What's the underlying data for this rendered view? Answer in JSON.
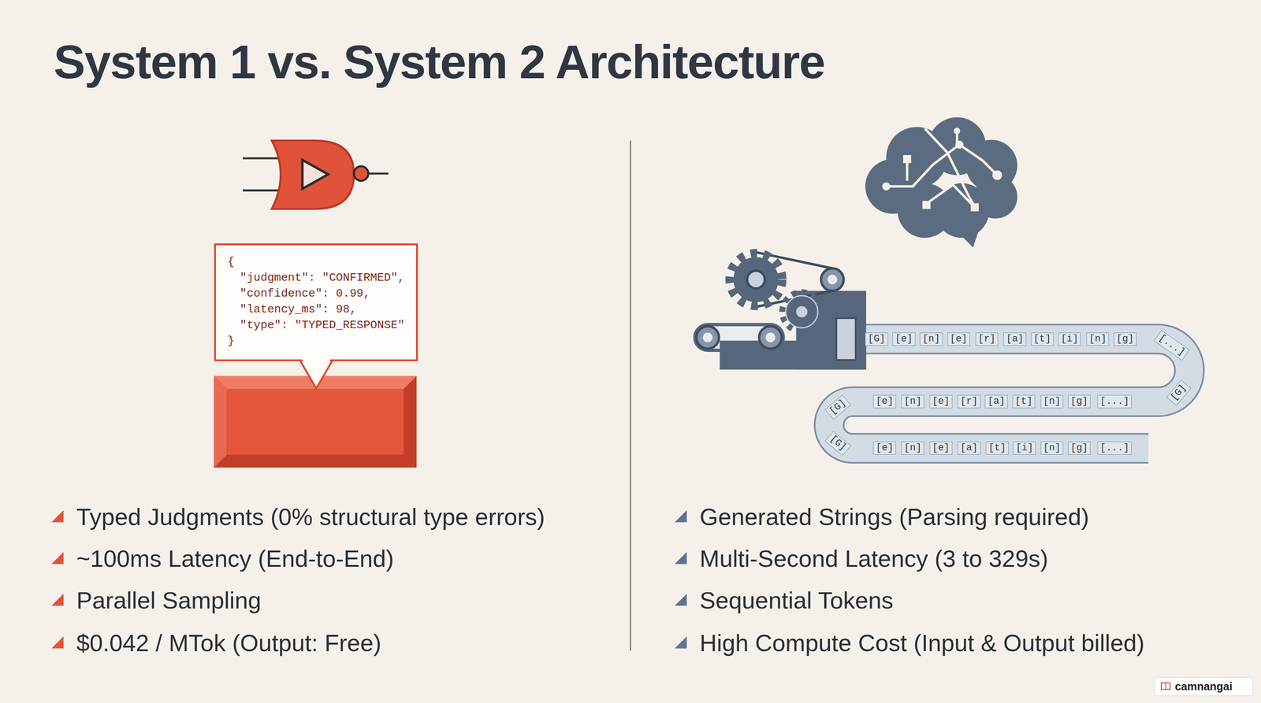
{
  "diagram": {
    "title": "System 1 vs. System 2 Architecture",
    "nodes": [
      {
        "text": [
          "{",
          "\"judgment\": \"CONFIRMED\",",
          "\"confidence\": 0.99,",
          "\"latency_ms\": 98,",
          "\"type\": \"TYPED_RESPONSE\"",
          "}"
        ]
      }
    ],
    "labels": [
      "[G]",
      "[e]",
      "[n]",
      "[e]",
      "[r]",
      "[a]",
      "[t]",
      "[i]",
      "[n]",
      "[g]",
      "[...]",
      "[G]",
      "[G]",
      "[e]",
      "[n]",
      "[e]",
      "[r]",
      "[a]",
      "[t]",
      "[n]",
      "[g]",
      "[...]",
      "[G]",
      "[e]",
      "[n]",
      "[e]",
      "[a]",
      "[t]",
      "[i]",
      "[n]",
      "[g]",
      "[...]",
      "Typed Judgments (0% structural type errors)",
      "~100ms Latency (End-to-End)",
      "Parallel Sampling",
      "$0.042 / MTok (Output: Free)",
      "Generated Strings (Parsing required)",
      "Multi-Second Latency (3 to 329s)",
      "Sequential Tokens",
      "High Compute Cost (Input & Output billed)",
      "camnangai"
    ]
  }
}
